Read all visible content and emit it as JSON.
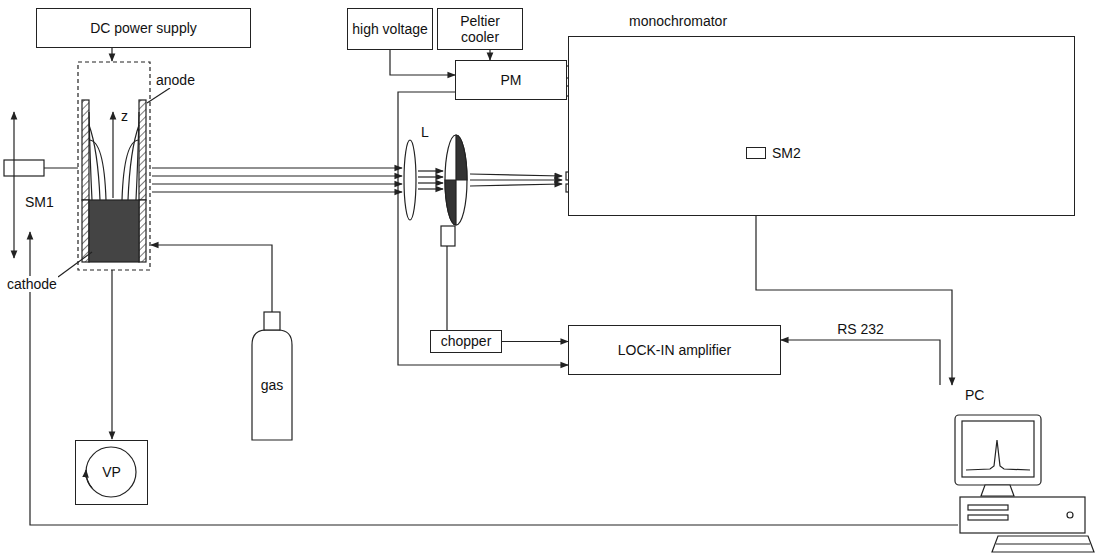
{
  "diagram": {
    "nodes": [
      {
        "text": [
          "DC power supply"
        ]
      },
      {
        "text": [
          "high voltage"
        ]
      },
      {
        "text": [
          "Peltier cooler"
        ]
      },
      {
        "text": [
          "monochromator"
        ]
      },
      {
        "text": [
          "PM"
        ]
      },
      {
        "text": [
          "SM2"
        ],
        "in": 3
      },
      {
        "text": [
          "chopper"
        ]
      },
      {
        "text": [
          "LOCK-IN amplifier"
        ]
      },
      {
        "text": [
          "PC"
        ]
      },
      {
        "text": [
          "gas"
        ]
      },
      {
        "text": [
          "VP"
        ]
      }
    ],
    "edges": [
      {
        "from": 1,
        "to": 4,
        "arrow": "to"
      },
      {
        "from": 2,
        "to": 4,
        "arrow": "to"
      },
      {
        "from": 4,
        "to": 7,
        "arrow": "to"
      },
      {
        "from": 6,
        "to": 7,
        "arrow": "to"
      },
      {
        "from": 8,
        "to": 7,
        "label": "RS 232",
        "arrow": "to"
      },
      {
        "from": 8,
        "to": 5,
        "arrow": "both"
      }
    ],
    "labels": [
      "anode",
      "z",
      "SM1",
      "cathode",
      "L"
    ]
  }
}
